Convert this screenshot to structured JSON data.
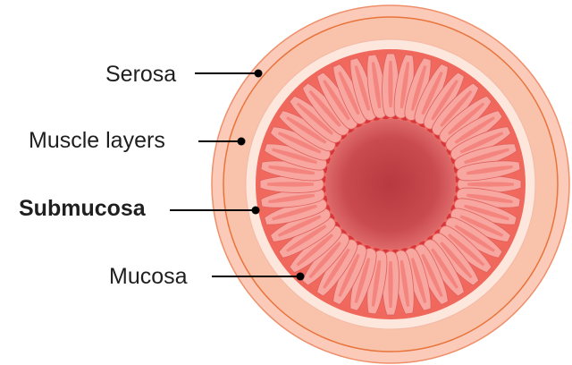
{
  "labels": {
    "serosa": "Serosa",
    "muscle_layers": "Muscle layers",
    "submucosa": "Submucosa",
    "mucosa": "Mucosa"
  },
  "emphasized_label": "submucosa",
  "colors": {
    "serosa": "#fbcab9",
    "muscle": "#f9c2aa",
    "muscle_line": "#e8743c",
    "submucosa": "#fde6dc",
    "mucosa_outer": "#f46c62",
    "villus": "#f7a6a0",
    "villus_dark": "#d9353a",
    "lumen": "#c64046",
    "leader": "#000000"
  }
}
